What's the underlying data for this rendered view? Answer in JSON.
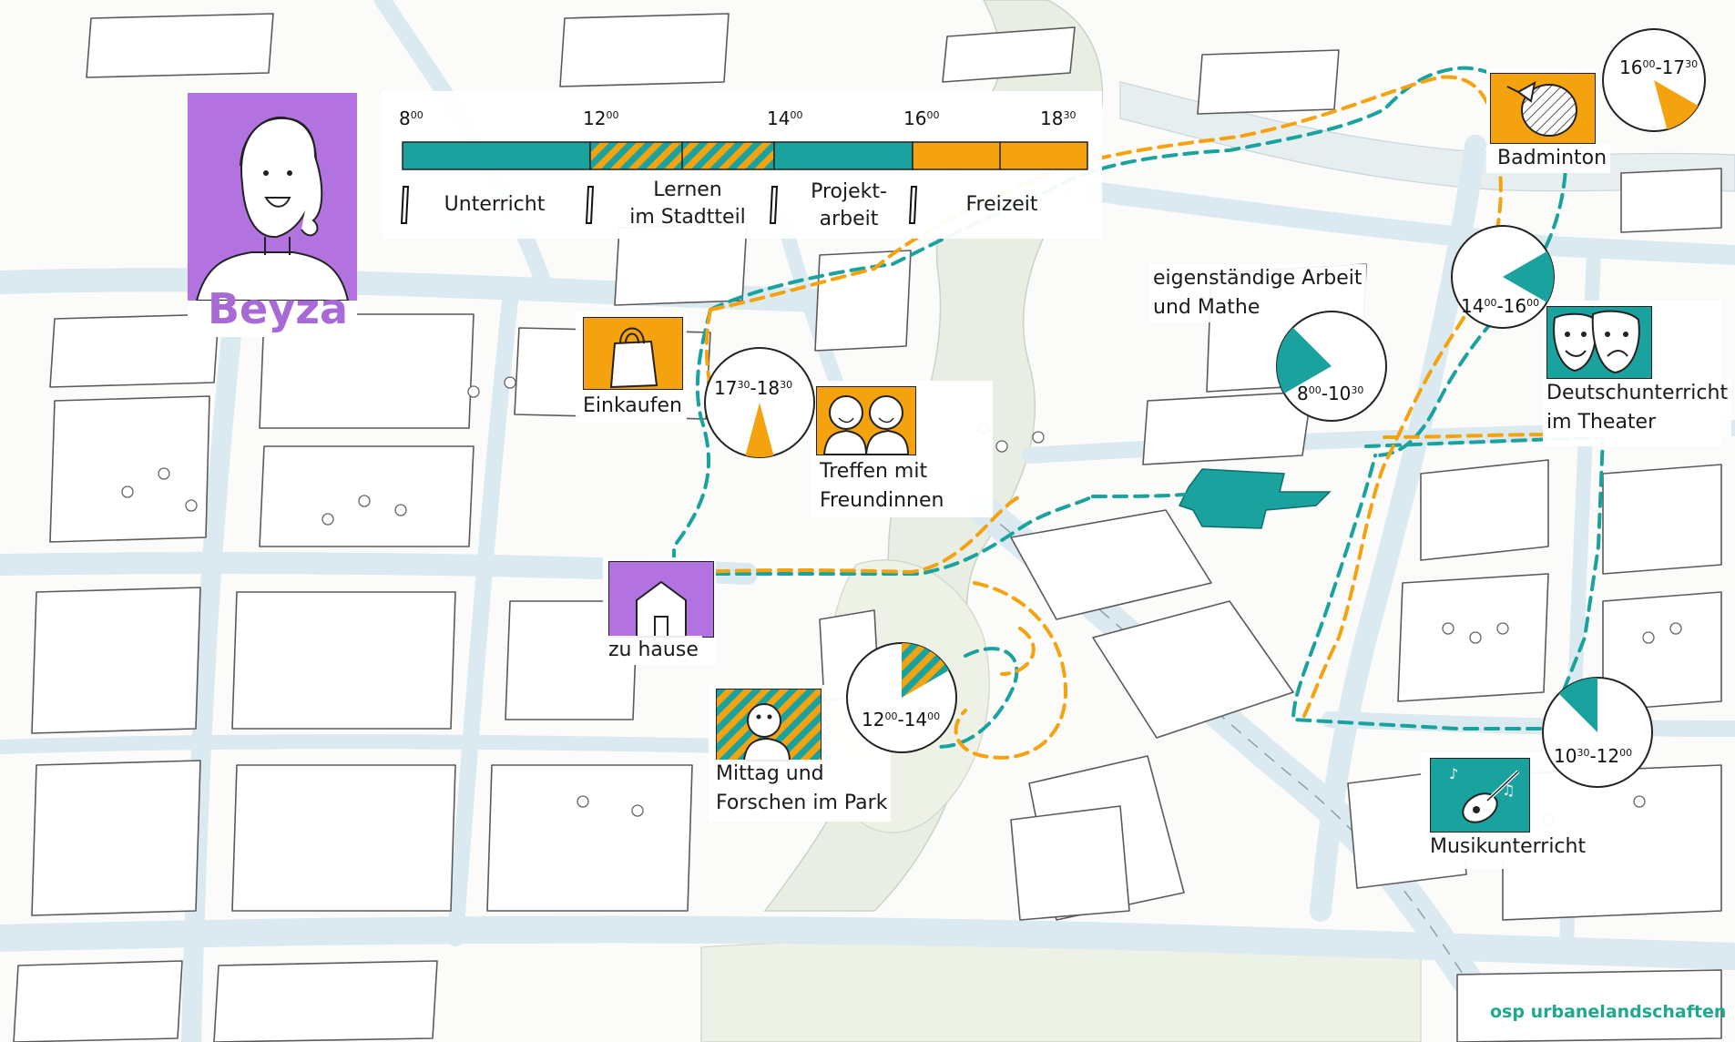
{
  "person": {
    "name": "Beyza",
    "color": "#b273e0"
  },
  "colors": {
    "school": "#1aa29e",
    "leisure": "#f5a20f",
    "home": "#b273e0",
    "street": "#dbe9f0",
    "river": "#e9eee4",
    "ink": "#5a5a5a"
  },
  "timeline": {
    "ticks": [
      {
        "h": "8",
        "m": "00"
      },
      {
        "h": "12",
        "m": "00"
      },
      {
        "h": "14",
        "m": "00"
      },
      {
        "h": "16",
        "m": "00"
      },
      {
        "h": "18",
        "m": "30"
      }
    ],
    "segments": [
      {
        "from": 8.0,
        "to": 12.0,
        "style": "school"
      },
      {
        "from": 12.0,
        "to": 14.0,
        "style": "striped"
      },
      {
        "from": 14.0,
        "to": 16.0,
        "style": "school"
      },
      {
        "from": 16.0,
        "to": 18.5,
        "style": "leisure"
      }
    ],
    "categories": [
      "Unterricht",
      "Lernen\nim Stadtteil",
      "Projekt-\narbeit",
      "Freizeit"
    ]
  },
  "places": [
    {
      "id": "badminton",
      "label": "Badminton"
    },
    {
      "id": "eigen",
      "label": "eigenständige Arbeit\nund Mathe"
    },
    {
      "id": "deutsch",
      "label": "Deutschunterricht\nim Theater"
    },
    {
      "id": "einkaufen",
      "label": "Einkaufen"
    },
    {
      "id": "treffen",
      "label": "Treffen mit\nFreundinnen"
    },
    {
      "id": "zuhause",
      "label": "zu hause"
    },
    {
      "id": "mittag",
      "label": "Mittag und\nForschen im Park"
    },
    {
      "id": "musik",
      "label": "Musikunterricht"
    }
  ],
  "clocks": [
    {
      "id": "badminton",
      "start": "16:00",
      "end": "17:30",
      "style": "leisure",
      "t1": {
        "h": "16",
        "m": "00"
      },
      "t2": {
        "h": "17",
        "m": "30"
      }
    },
    {
      "id": "deutsch",
      "start": "14:00",
      "end": "16:00",
      "style": "school",
      "t1": {
        "h": "14",
        "m": "00"
      },
      "t2": {
        "h": "16",
        "m": "00"
      }
    },
    {
      "id": "eigen",
      "start": "08:00",
      "end": "10:30",
      "style": "school",
      "t1": {
        "h": "8",
        "m": "00"
      },
      "t2": {
        "h": "10",
        "m": "30"
      }
    },
    {
      "id": "einkaufen",
      "start": "17:30",
      "end": "18:30",
      "style": "leisure",
      "t1": {
        "h": "17",
        "m": "30"
      },
      "t2": {
        "h": "18",
        "m": "30"
      }
    },
    {
      "id": "mittag",
      "start": "12:00",
      "end": "14:00",
      "style": "striped",
      "t1": {
        "h": "12",
        "m": "00"
      },
      "t2": {
        "h": "14",
        "m": "00"
      }
    },
    {
      "id": "musik",
      "start": "10:30",
      "end": "12:00",
      "style": "school",
      "t1": {
        "h": "10",
        "m": "30"
      },
      "t2": {
        "h": "12",
        "m": "00"
      }
    }
  ],
  "credit": "osp urbanelandschaften"
}
